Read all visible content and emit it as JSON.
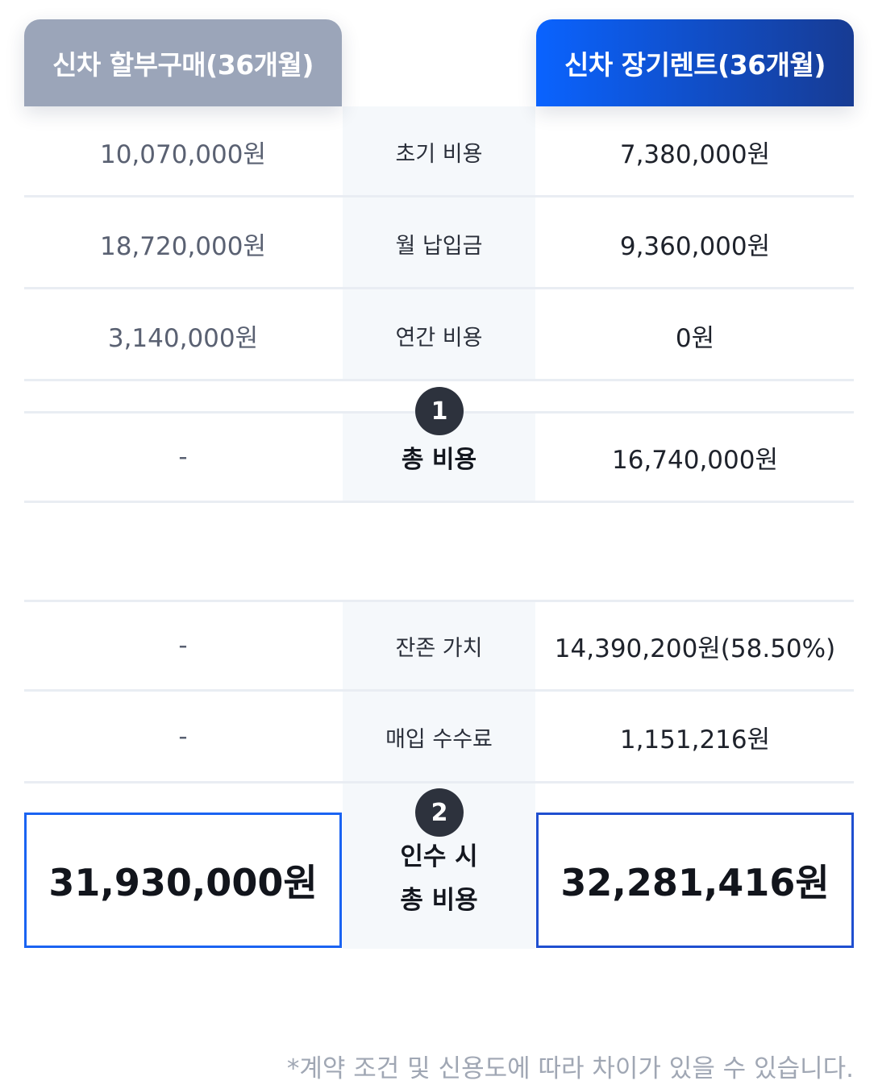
{
  "headers": {
    "left": "신차 할부구매(36개월)",
    "right": "신차 장기렌트(36개월)"
  },
  "rows": [
    {
      "left": "10,070,000원",
      "label": "초기 비용",
      "right": "7,380,000원"
    },
    {
      "left": "18,720,000원",
      "label": "월 납입금",
      "right": "9,360,000원"
    },
    {
      "left": "3,140,000원",
      "label": "연간 비용",
      "right": "0원"
    },
    {
      "left": "-",
      "label": "총 비용",
      "right": "16,740,000원"
    },
    {
      "left": "-",
      "label": "잔존 가치",
      "right": "14,390,200원(58.50%)"
    },
    {
      "left": "-",
      "label": "매입 수수료",
      "right": "1,151,216원"
    }
  ],
  "badges": [
    "1",
    "2"
  ],
  "total": {
    "label_line1": "인수 시",
    "label_line2": "총 비용",
    "left": "31,930,000원",
    "right": "32,281,416원"
  },
  "footnote": "*계약 조건 및 신용도에 따라 차이가 있을 수 있습니다.",
  "colors": {
    "left_header": "#9ba5b9",
    "right_header_start": "#0a63ff",
    "right_header_end": "#173b93",
    "box_border": "#1a63f2",
    "badge": "#2d323d"
  }
}
